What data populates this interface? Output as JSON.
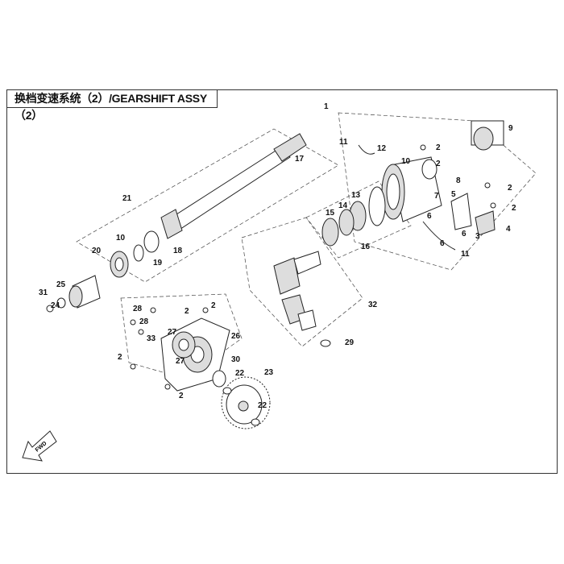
{
  "title": "换档变速系统（2）/GEARSHIFT ASSY（2）",
  "fwd_badge": "FWD",
  "callouts": [
    "1",
    "2",
    "2",
    "2",
    "2",
    "2",
    "2",
    "2",
    "2",
    "3",
    "4",
    "5",
    "6",
    "6",
    "6",
    "7",
    "8",
    "9",
    "10",
    "10",
    "11",
    "11",
    "12",
    "13",
    "14",
    "15",
    "16",
    "17",
    "18",
    "19",
    "20",
    "21",
    "22",
    "22",
    "23",
    "24",
    "25",
    "26",
    "27",
    "27",
    "28",
    "28",
    "29",
    "30",
    "31",
    "32",
    "33"
  ]
}
